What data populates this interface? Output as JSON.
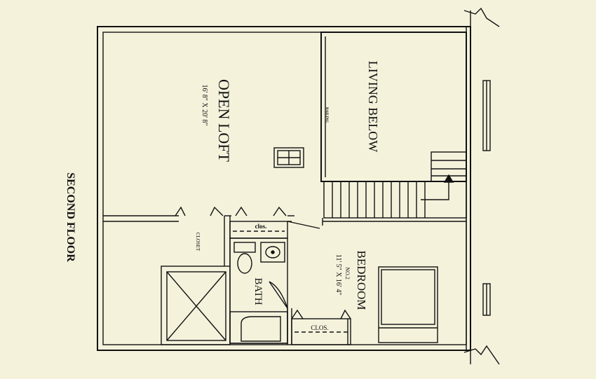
{
  "floor_title": "SECOND FLOOR",
  "rooms": {
    "open_loft": {
      "name": "OPEN LOFT",
      "size": "16' 8\" X 20' 8\""
    },
    "living_below": {
      "name": "LIVING BELOW"
    },
    "bedroom": {
      "name": "BEDROOM",
      "number": "NO.2",
      "size": "11' 5\" X 16' 4\""
    },
    "bath": {
      "name": "BATH"
    },
    "closet": {
      "name": "CLOSET"
    },
    "clos_upper": {
      "name": "clos."
    },
    "clos_lower": {
      "name": "CLOS."
    },
    "railing": {
      "name": "RAILING"
    }
  },
  "colors": {
    "background": "#f5f2dc",
    "line": "#111111"
  }
}
